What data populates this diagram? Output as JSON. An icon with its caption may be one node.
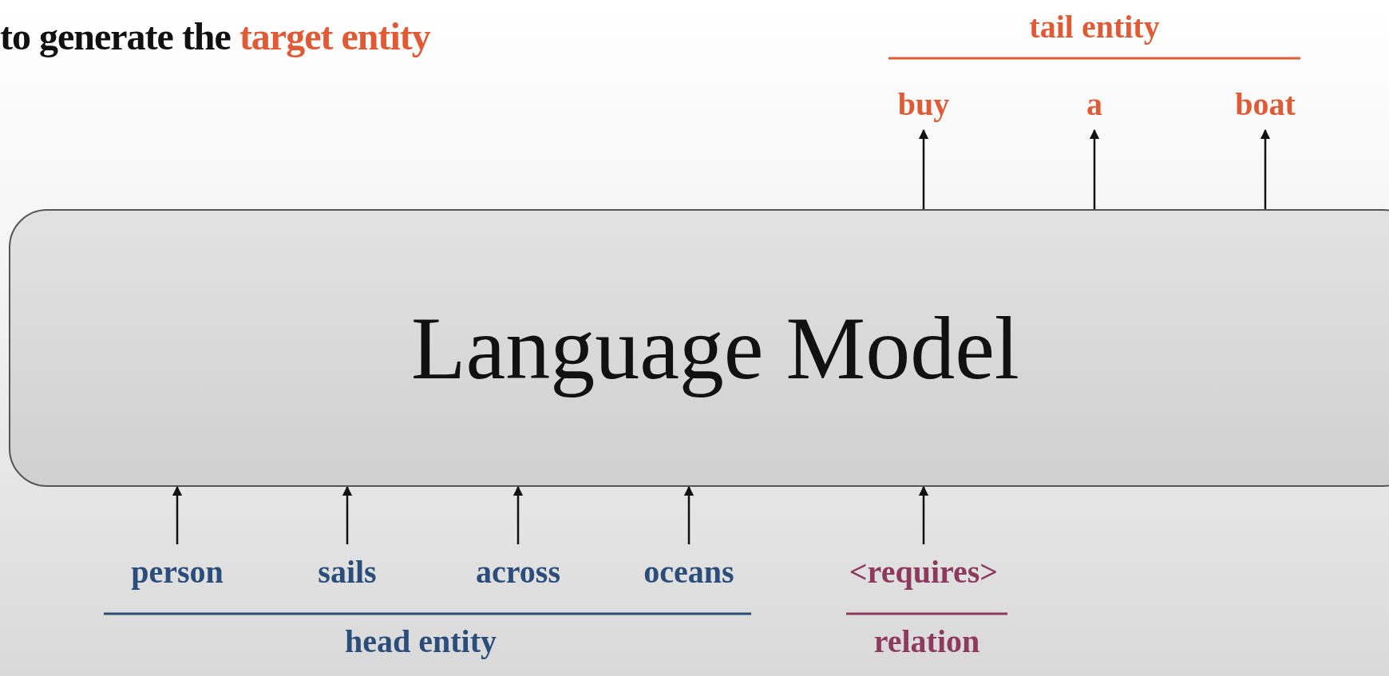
{
  "diagram": {
    "title": "to generate the *target entity*",
    "nodes": [
      {
        "text": [
          "Language Model"
        ]
      },
      {
        "text": [
          "buy"
        ]
      },
      {
        "text": [
          "a"
        ]
      },
      {
        "text": [
          "boat"
        ]
      },
      {
        "text": [
          "person"
        ]
      },
      {
        "text": [
          "sails"
        ]
      },
      {
        "text": [
          "across"
        ]
      },
      {
        "text": [
          "oceans"
        ]
      },
      {
        "text": [
          "<requires>"
        ]
      }
    ],
    "edges": [
      {
        "from": 0,
        "to": 1,
        "arrow": "to"
      },
      {
        "from": 0,
        "to": 2,
        "arrow": "to"
      },
      {
        "from": 0,
        "to": 3,
        "arrow": "to"
      },
      {
        "from": 4,
        "to": 0,
        "arrow": "to"
      },
      {
        "from": 5,
        "to": 0,
        "arrow": "to"
      },
      {
        "from": 6,
        "to": 0,
        "arrow": "to"
      },
      {
        "from": 7,
        "to": 0,
        "arrow": "to"
      },
      {
        "from": 8,
        "to": 0,
        "arrow": "to"
      }
    ],
    "labels": [
      "tail entity",
      "head entity",
      "relation"
    ]
  }
}
